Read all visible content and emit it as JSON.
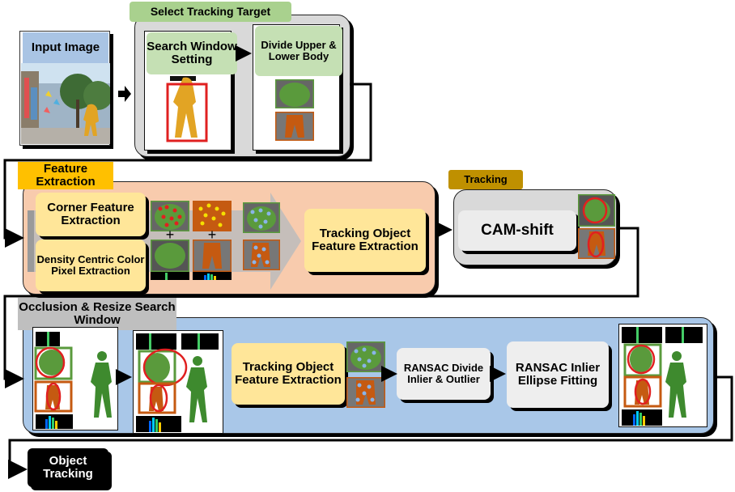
{
  "input_image": {
    "title": "Input Image"
  },
  "select_tracking": {
    "title": "Select Tracking Target",
    "search_window": "Search Window Setting",
    "divide_body": "Divide Upper & Lower Body"
  },
  "feature_extraction": {
    "title": "Feature Extraction",
    "corner": "Corner Feature Extraction",
    "density": "Density Centric Color Pixel Extraction",
    "plus_symbol": "+",
    "tracking_object_feature": "Tracking Object Feature Extraction"
  },
  "tracking": {
    "title": "Tracking",
    "camshift": "CAM-shift"
  },
  "occlusion": {
    "title": "Occlusion & Resize Search Window",
    "tracking_object_feature": "Tracking Object Feature Extraction",
    "ransac_divide": "RANSAC Divide Inlier & Outlier",
    "ransac_ellipse": "RANSAC Inlier Ellipse Fitting"
  },
  "object_tracking": {
    "title": "Object Tracking"
  },
  "colors": {
    "panel_gray": "#d9d9d9",
    "panel_salmon": "#f8cbad",
    "panel_blue": "#a9c7e8",
    "label_green": "#a9d18e",
    "label_orange": "#ffc000",
    "label_gold": "#bf9000",
    "label_gray": "#bfbfbf",
    "box_yellow": "#ffe699",
    "upper_body": "#5a9a3c",
    "lower_body": "#c55a11",
    "circle_red": "#e02020"
  }
}
